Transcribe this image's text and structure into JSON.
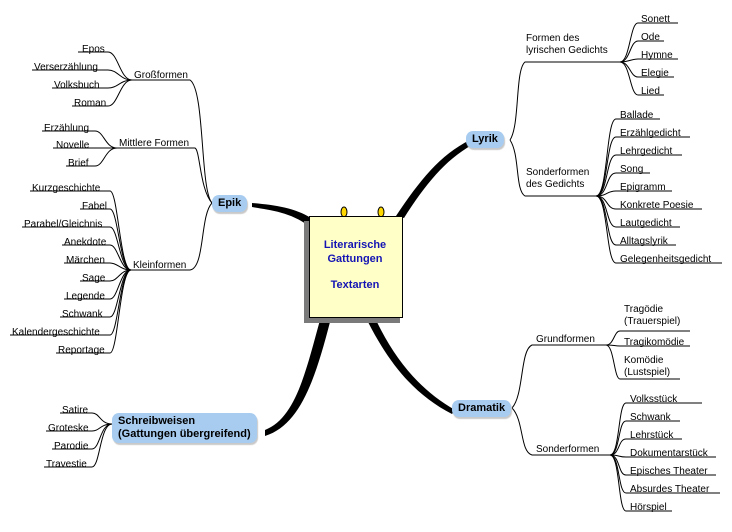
{
  "center": {
    "line1": "Literarische",
    "line2": "Gattungen",
    "line3": "Textarten"
  },
  "colors": {
    "node_fill": "#a8ccf0",
    "center_fill": "#ffffc8",
    "center_text": "#1414b4"
  },
  "epik": {
    "label": "Epik",
    "grossformen": {
      "label": "Großformen",
      "items": [
        "Epos",
        "Verserzählung",
        "Volksbuch",
        "Roman"
      ]
    },
    "mittlere": {
      "label": "Mittlere Formen",
      "items": [
        "Erzählung",
        "Novelle",
        "Brief"
      ]
    },
    "kleinformen": {
      "label": "Kleinformen",
      "items": [
        "Kurzgeschichte",
        "Fabel",
        "Parabel/Gleichnis",
        "Anekdote",
        "Märchen",
        "Sage",
        "Legende",
        "Schwank",
        "Kalendergeschichte",
        "Reportage"
      ]
    }
  },
  "schreibweisen": {
    "label1": "Schreibweisen",
    "label2": "(Gattungen übergreifend)",
    "items": [
      "Satire",
      "Groteske",
      "Parodie",
      "Travestie"
    ]
  },
  "lyrik": {
    "label": "Lyrik",
    "formen": {
      "label1": "Formen des",
      "label2": "lyrischen Gedichts",
      "items": [
        "Sonett",
        "Ode",
        "Hymne",
        "Elegie",
        "Lied"
      ]
    },
    "sonder": {
      "label1": "Sonderformen",
      "label2": "des Gedichts",
      "items": [
        "Ballade",
        "Erzählgedicht",
        "Lehrgedicht",
        "Song",
        "Epigramm",
        "Konkrete Poesie",
        "Lautgedicht",
        "Alltagslyrik",
        "Gelegenheitsgedicht"
      ]
    }
  },
  "dramatik": {
    "label": "Dramatik",
    "grund": {
      "label": "Grundformen",
      "items": [
        [
          "Tragödie",
          "(Trauerspiel)"
        ],
        [
          "Tragikomödie"
        ],
        [
          "Komödie",
          "(Lustspiel)"
        ]
      ]
    },
    "sonder": {
      "label": "Sonderformen",
      "items": [
        "Volksstück",
        "Schwank",
        "Lehrstück",
        "Dokumentarstück",
        "Episches Theater",
        "Absurdes Theater",
        "Hörspiel"
      ]
    }
  }
}
